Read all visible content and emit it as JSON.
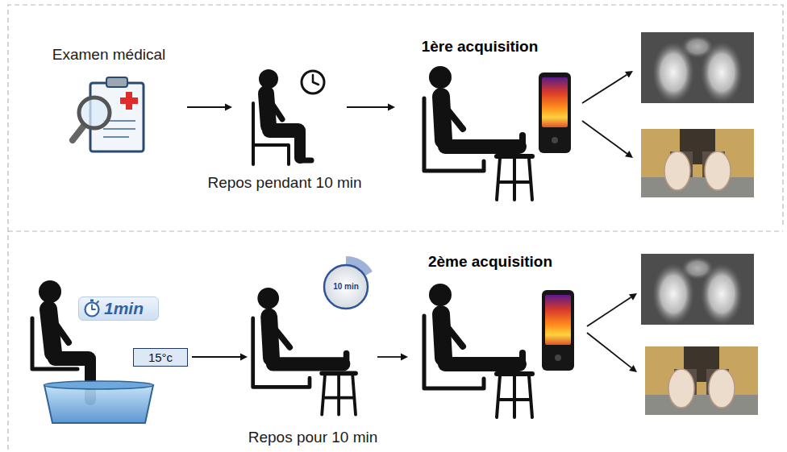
{
  "diagram": {
    "nodes": [
      {
        "text": [
          "Examen médical"
        ]
      },
      {
        "text": [
          "Repos pendant 10 min"
        ]
      },
      {
        "text": [
          "1ère acquisition"
        ]
      },
      {
        "text": [
          "1min"
        ]
      },
      {
        "text": [
          "15°c"
        ]
      },
      {
        "text": [
          "Repos pour 10 min"
        ]
      },
      {
        "text": [
          "10 min"
        ],
        "in": 5
      },
      {
        "text": [
          "2ème acquisition"
        ]
      }
    ],
    "edges": [
      {
        "from": 0,
        "to": 1,
        "arrow": "to"
      },
      {
        "from": 1,
        "to": 2,
        "arrow": "to"
      },
      {
        "from": 4,
        "to": 5,
        "arrow": "to"
      },
      {
        "from": 5,
        "to": 7,
        "arrow": "to"
      }
    ]
  }
}
